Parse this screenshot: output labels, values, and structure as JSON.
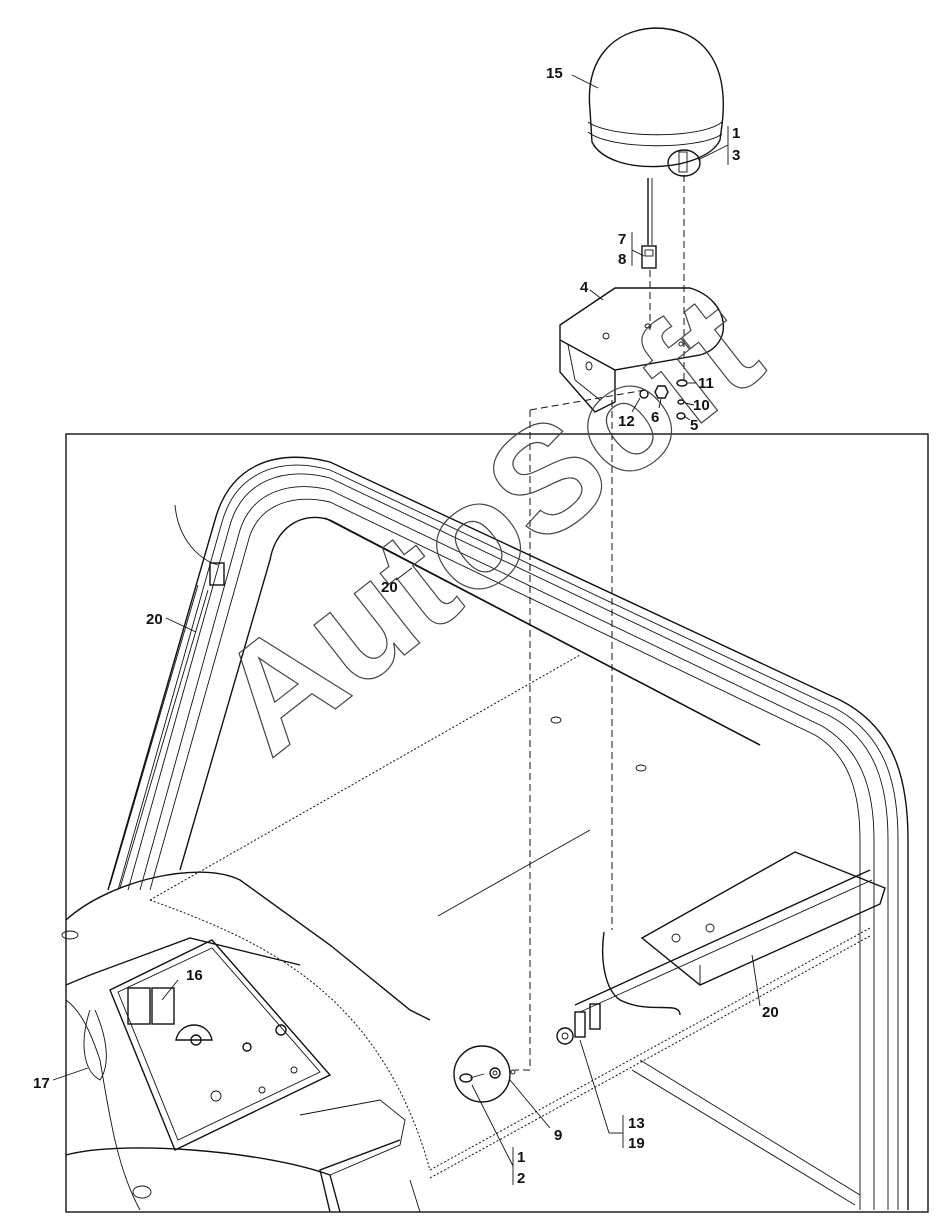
{
  "watermark": "AutoSoft",
  "callouts": {
    "c15": "15",
    "c1a": "1",
    "c3": "3",
    "c7": "7",
    "c8": "8",
    "c4": "4",
    "c11": "11",
    "c10": "10",
    "c5": "5",
    "c12": "12",
    "c6": "6",
    "c20a": "20",
    "c20b": "20",
    "c20c": "20",
    "c16": "16",
    "c17": "17",
    "c9": "9",
    "c1b": "1",
    "c2": "2",
    "c13": "13",
    "c19": "19"
  }
}
